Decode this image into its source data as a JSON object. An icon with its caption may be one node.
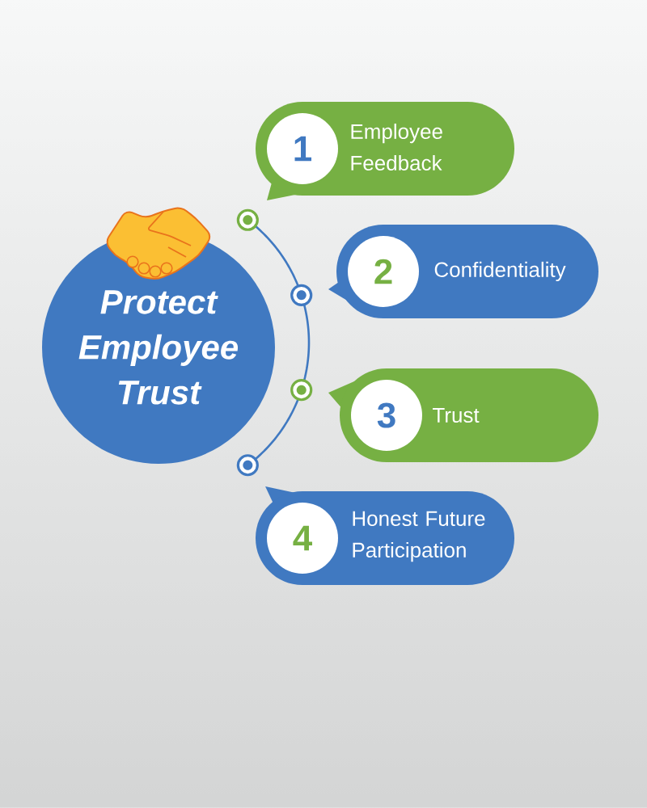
{
  "diagram": {
    "nodes": [
      {
        "text": [
          "Protect Employee Trust"
        ]
      },
      {
        "text": [
          "Employee Feedback"
        ]
      },
      {
        "text": [
          "1"
        ],
        "in": 1
      },
      {
        "text": [
          "Confidentiality"
        ]
      },
      {
        "text": [
          "2"
        ],
        "in": 3
      },
      {
        "text": [
          "Trust"
        ]
      },
      {
        "text": [
          "3"
        ],
        "in": 5
      },
      {
        "text": [
          "Honest Future Participation"
        ]
      },
      {
        "text": [
          "4"
        ],
        "in": 7
      }
    ]
  }
}
